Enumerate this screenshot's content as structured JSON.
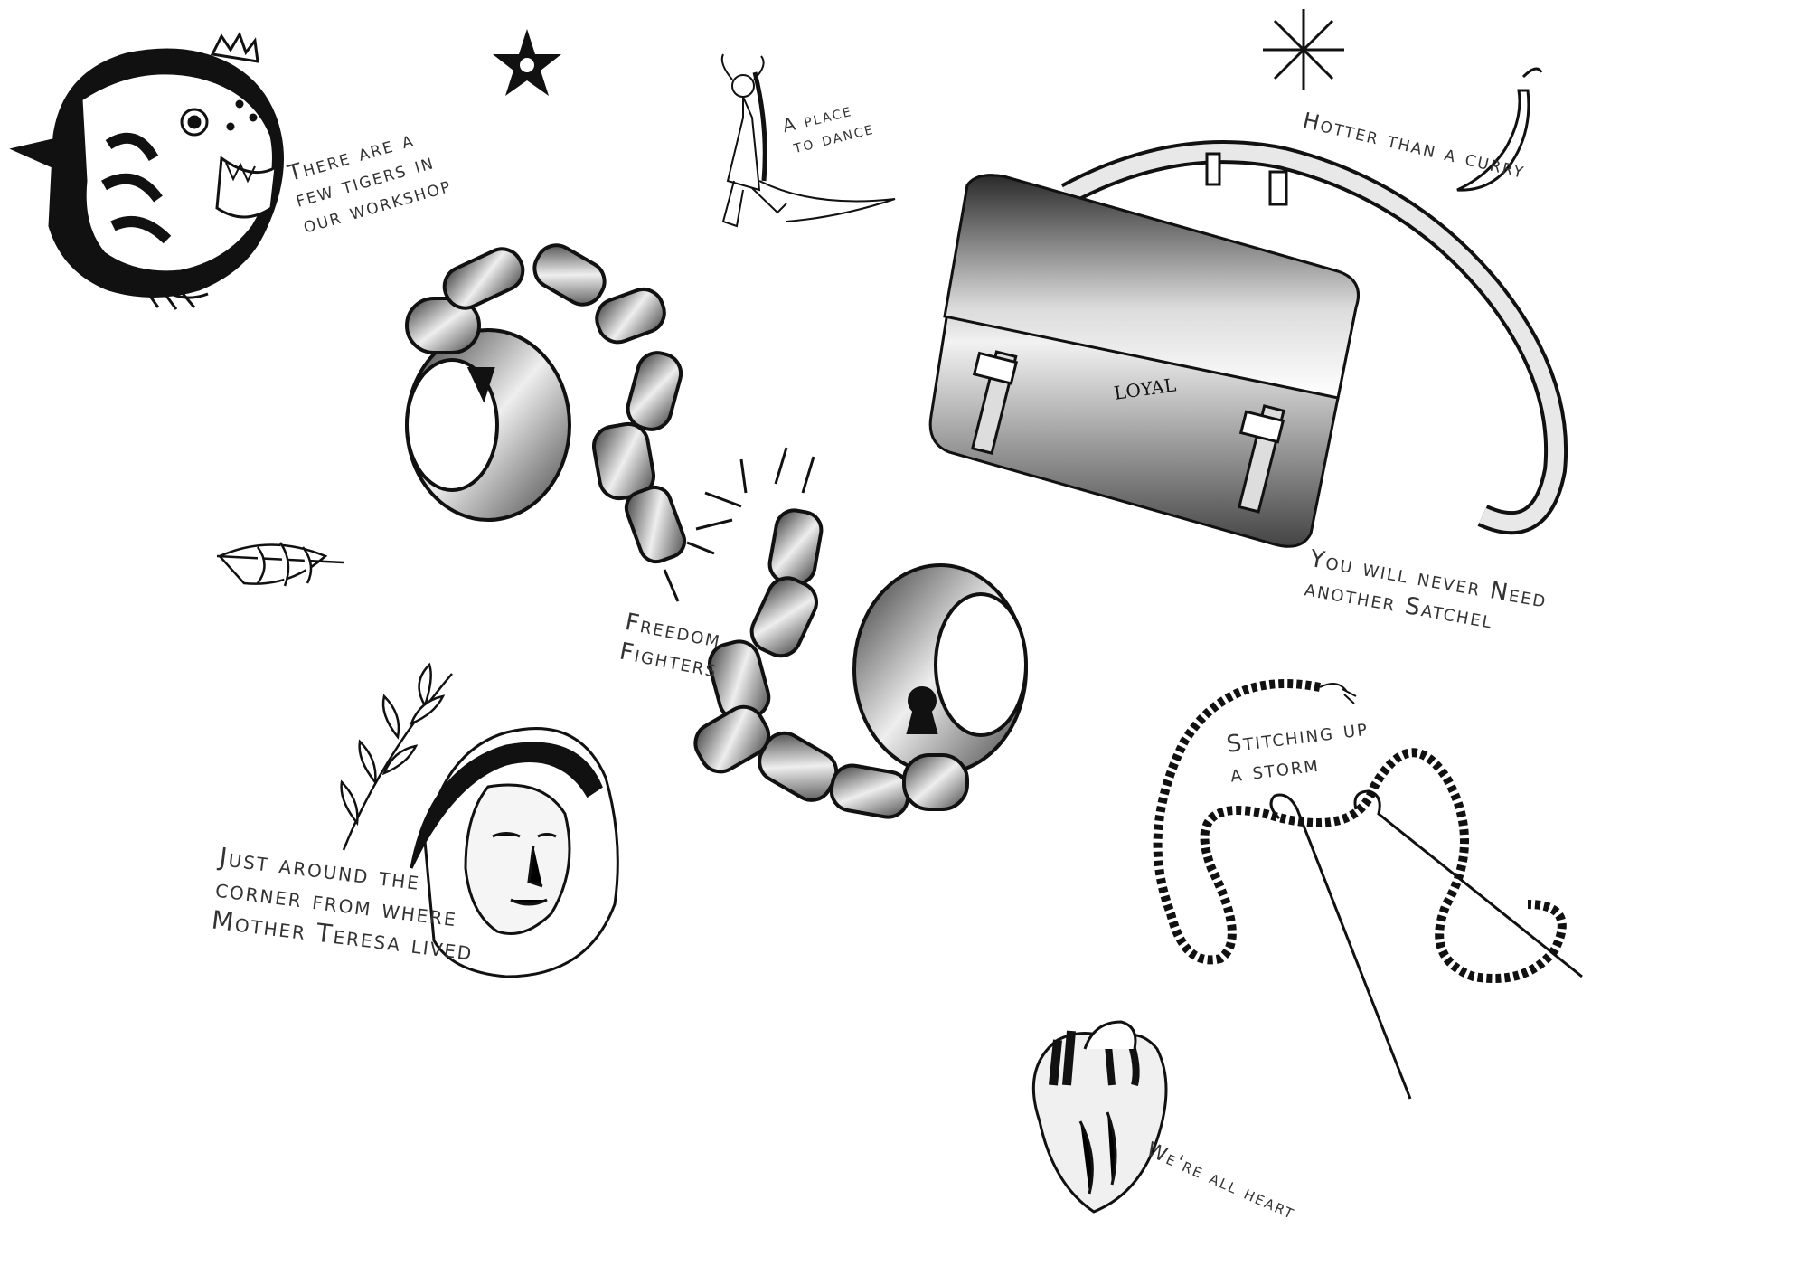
{
  "colors": {
    "ink": "#111111",
    "text": "#333333",
    "background": "#ffffff"
  },
  "bag_logo": "LOYAL",
  "captions": {
    "tigers": [
      "There are a",
      "few tigers in",
      "our workshop"
    ],
    "dance": [
      "A place",
      "to dance"
    ],
    "curry": [
      "Hotter than a curry"
    ],
    "satchel": [
      "You will never Need",
      "another Satchel"
    ],
    "freedom": [
      "Freedom",
      "Fighters"
    ],
    "stitching": [
      "Stitching up",
      "a storm"
    ],
    "teresa": [
      "Just around the",
      "corner from where",
      "Mother Teresa lived"
    ],
    "heart": [
      "We're all heart"
    ]
  },
  "illustrations": [
    "tiger-head-icon",
    "star-icon",
    "asterisk-icon",
    "dancer-icon",
    "chili-pepper-icon",
    "satchel-bag-icon",
    "broken-shackle-icon",
    "leaf-icon",
    "olive-branch-icon",
    "mother-teresa-portrait-icon",
    "needle-and-thread-icon",
    "anatomical-heart-icon"
  ]
}
